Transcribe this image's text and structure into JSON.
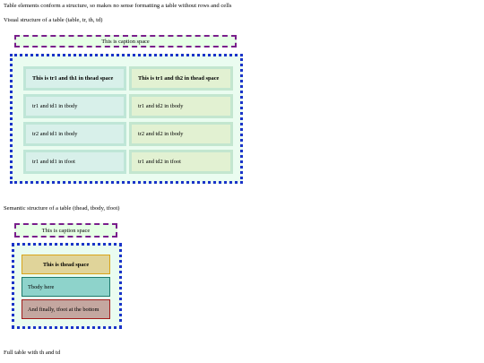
{
  "intro": "Table elements conform a structure, so makes no sense formatting a table without rows and cells",
  "visual": {
    "heading": "Visual structure of a table (table, tr, th, td)",
    "caption": "This is caption space",
    "rows": [
      [
        "This is tr1 and th1 in thead space",
        "This is tr1 and th2 in thead space"
      ],
      [
        "tr1 and td1 in tbody",
        "tr1 and td2 in tbody"
      ],
      [
        "tr2 and td1 in tbody",
        "tr2 and td2 in tbody"
      ],
      [
        "tr1 and td1 in tfoot",
        "tr1 and td2 in tfoot"
      ]
    ]
  },
  "semantic": {
    "heading": "Semantic structure of a table (thead, tbody, tfoot)",
    "caption": "This is caption space",
    "thead": "This is thead space",
    "tbody": "Tbody here",
    "tfoot": "And finally, tfoot at the bottom"
  },
  "full": {
    "heading": "Full table with th and td"
  },
  "colors": {
    "caption_border": "#7a1f8c",
    "table_border": "#1a33c9",
    "thead_border": "#d9a41a",
    "tbody_border": "#1e7a6d",
    "tfoot_border": "#a31b1b"
  }
}
